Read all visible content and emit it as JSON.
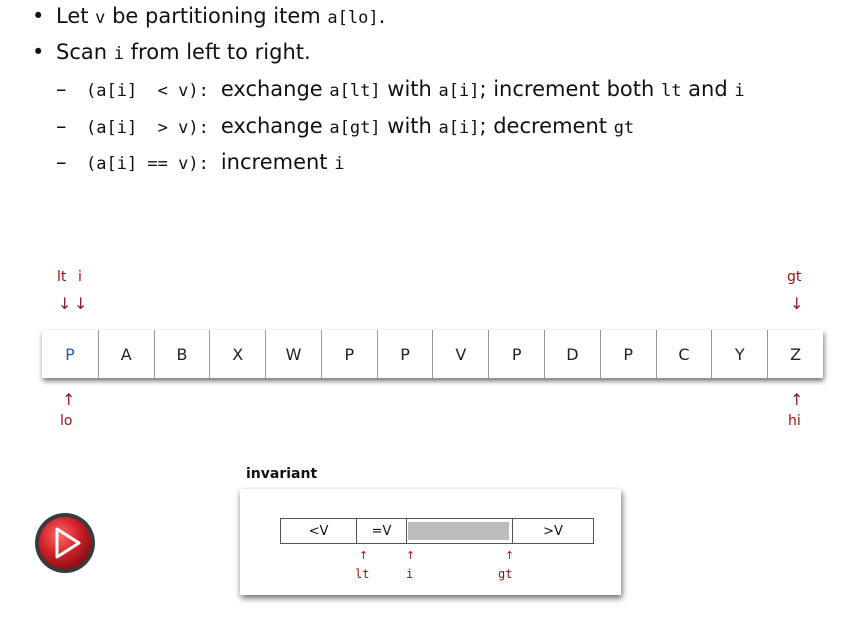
{
  "bullets": [
    {
      "pre": "Let ",
      "c1": "v",
      "mid": " be partitioning item ",
      "c2": "a[lo]",
      "post": "."
    },
    {
      "pre": "Scan ",
      "c1": "i",
      "post": " from left to right."
    }
  ],
  "subs": [
    {
      "cond": "(a[i]  < v):",
      "t1": "exchange ",
      "c1": "a[lt]",
      "t2": " with ",
      "c2": "a[i]",
      "t3": "; increment both ",
      "c3": "lt",
      "t4": " and ",
      "c4": "i"
    },
    {
      "cond": "(a[i]  > v):",
      "t1": "exchange ",
      "c1": "a[gt]",
      "t2": " with ",
      "c2": "a[i]",
      "t3": "; decrement ",
      "c3": "gt"
    },
    {
      "cond": "(a[i] == v):",
      "t1": "increment ",
      "c1": "i"
    }
  ],
  "array": {
    "items": [
      "P",
      "A",
      "B",
      "X",
      "W",
      "P",
      "P",
      "V",
      "P",
      "D",
      "P",
      "C",
      "Y",
      "Z"
    ],
    "top_labels": {
      "lt": "lt",
      "i": "i",
      "gt": "gt"
    },
    "bottom_labels": {
      "lo": "lo",
      "hi": "hi"
    }
  },
  "invariant": {
    "title": "invariant",
    "segments": [
      "<V",
      "=V",
      "",
      ">V"
    ],
    "pointers": {
      "lt": "lt",
      "i": "i",
      "gt": "gt"
    }
  },
  "icons": {
    "play": "play-icon",
    "arrow_down": "arrow-down-icon",
    "arrow_up": "arrow-up-icon"
  },
  "colors": {
    "pointer": "#a01010",
    "first_item": "#1a5fb4",
    "play": "#c8202a"
  }
}
